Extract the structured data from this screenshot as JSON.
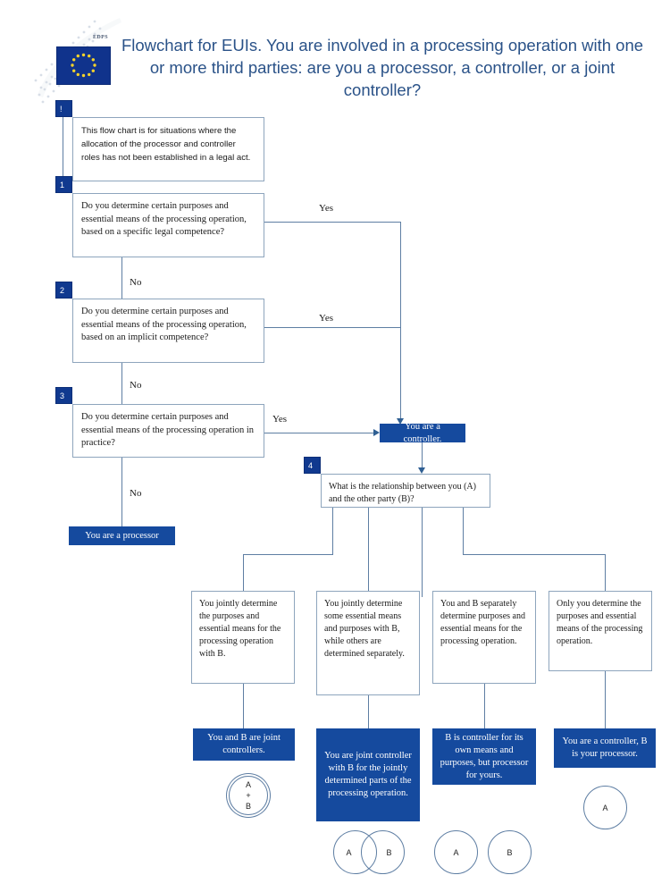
{
  "header": {
    "logo_alt": "EDPS European Data Protection Supervisor",
    "logo_label": "EDPS",
    "title": "Flowchart for EUIs. You are involved in a processing operation with one or more third parties: are you a processor, a controller, or a joint controller?"
  },
  "colors": {
    "brand_blue": "#154a9e",
    "badge_blue": "#10398f",
    "line": "#5e7ea3",
    "title": "#2a5288",
    "box_border": "#8ea5bd"
  },
  "nodes": {
    "note": {
      "badge": "!",
      "text": "This flow chart is for situations where the allocation of the processor  and controller roles has not been established in a legal act."
    },
    "q1": {
      "badge": "1",
      "text": "Do you determine  certain purposes and essential means of the processing operation, based on a specific legal competence?"
    },
    "q2": {
      "badge": "2",
      "text": "Do you determine  certain purposes and essential means of the processing operation, based on an implicit competence?"
    },
    "q3": {
      "badge": "3",
      "text": "Do you determine  certain purposes and essential means of the processing operation in practice?"
    },
    "q4": {
      "badge": "4",
      "text": "What is the relationship between you (A) and the other party (B)?"
    },
    "controller": {
      "text": "You are a controller."
    },
    "processor": {
      "text": "You are a processor"
    },
    "opt1": {
      "text": "You jointly determine the purposes and essential means for the processing operation with B."
    },
    "opt2": {
      "text": "You jointly determine some essential means and purposes with B, while others are determined separately."
    },
    "opt3": {
      "text": "You and B separately determine purposes and essential means for the processing operation."
    },
    "opt4": {
      "text": "Only you determine the purposes and essential means of the processing operation."
    },
    "res1": {
      "text": "You and B are joint controllers."
    },
    "res2": {
      "text": "You are joint controller with B for the jointly determined parts of the processing operation."
    },
    "res3": {
      "text": "B is controller for its own means and purposes, but processor for yours."
    },
    "res4": {
      "text": "You are a controller, B is your processor."
    }
  },
  "edges": {
    "q1_yes": "Yes",
    "q1_no": "No",
    "q2_yes": "Yes",
    "q2_no": "No",
    "q3_yes": "Yes",
    "q3_no": "No"
  },
  "venn": {
    "v1": {
      "a": "A",
      "plus": "+",
      "b": "B"
    },
    "v2": {
      "a": "A",
      "b": "B"
    },
    "v3": {
      "a": "A",
      "b": "B"
    },
    "v4": {
      "a": "A"
    }
  }
}
